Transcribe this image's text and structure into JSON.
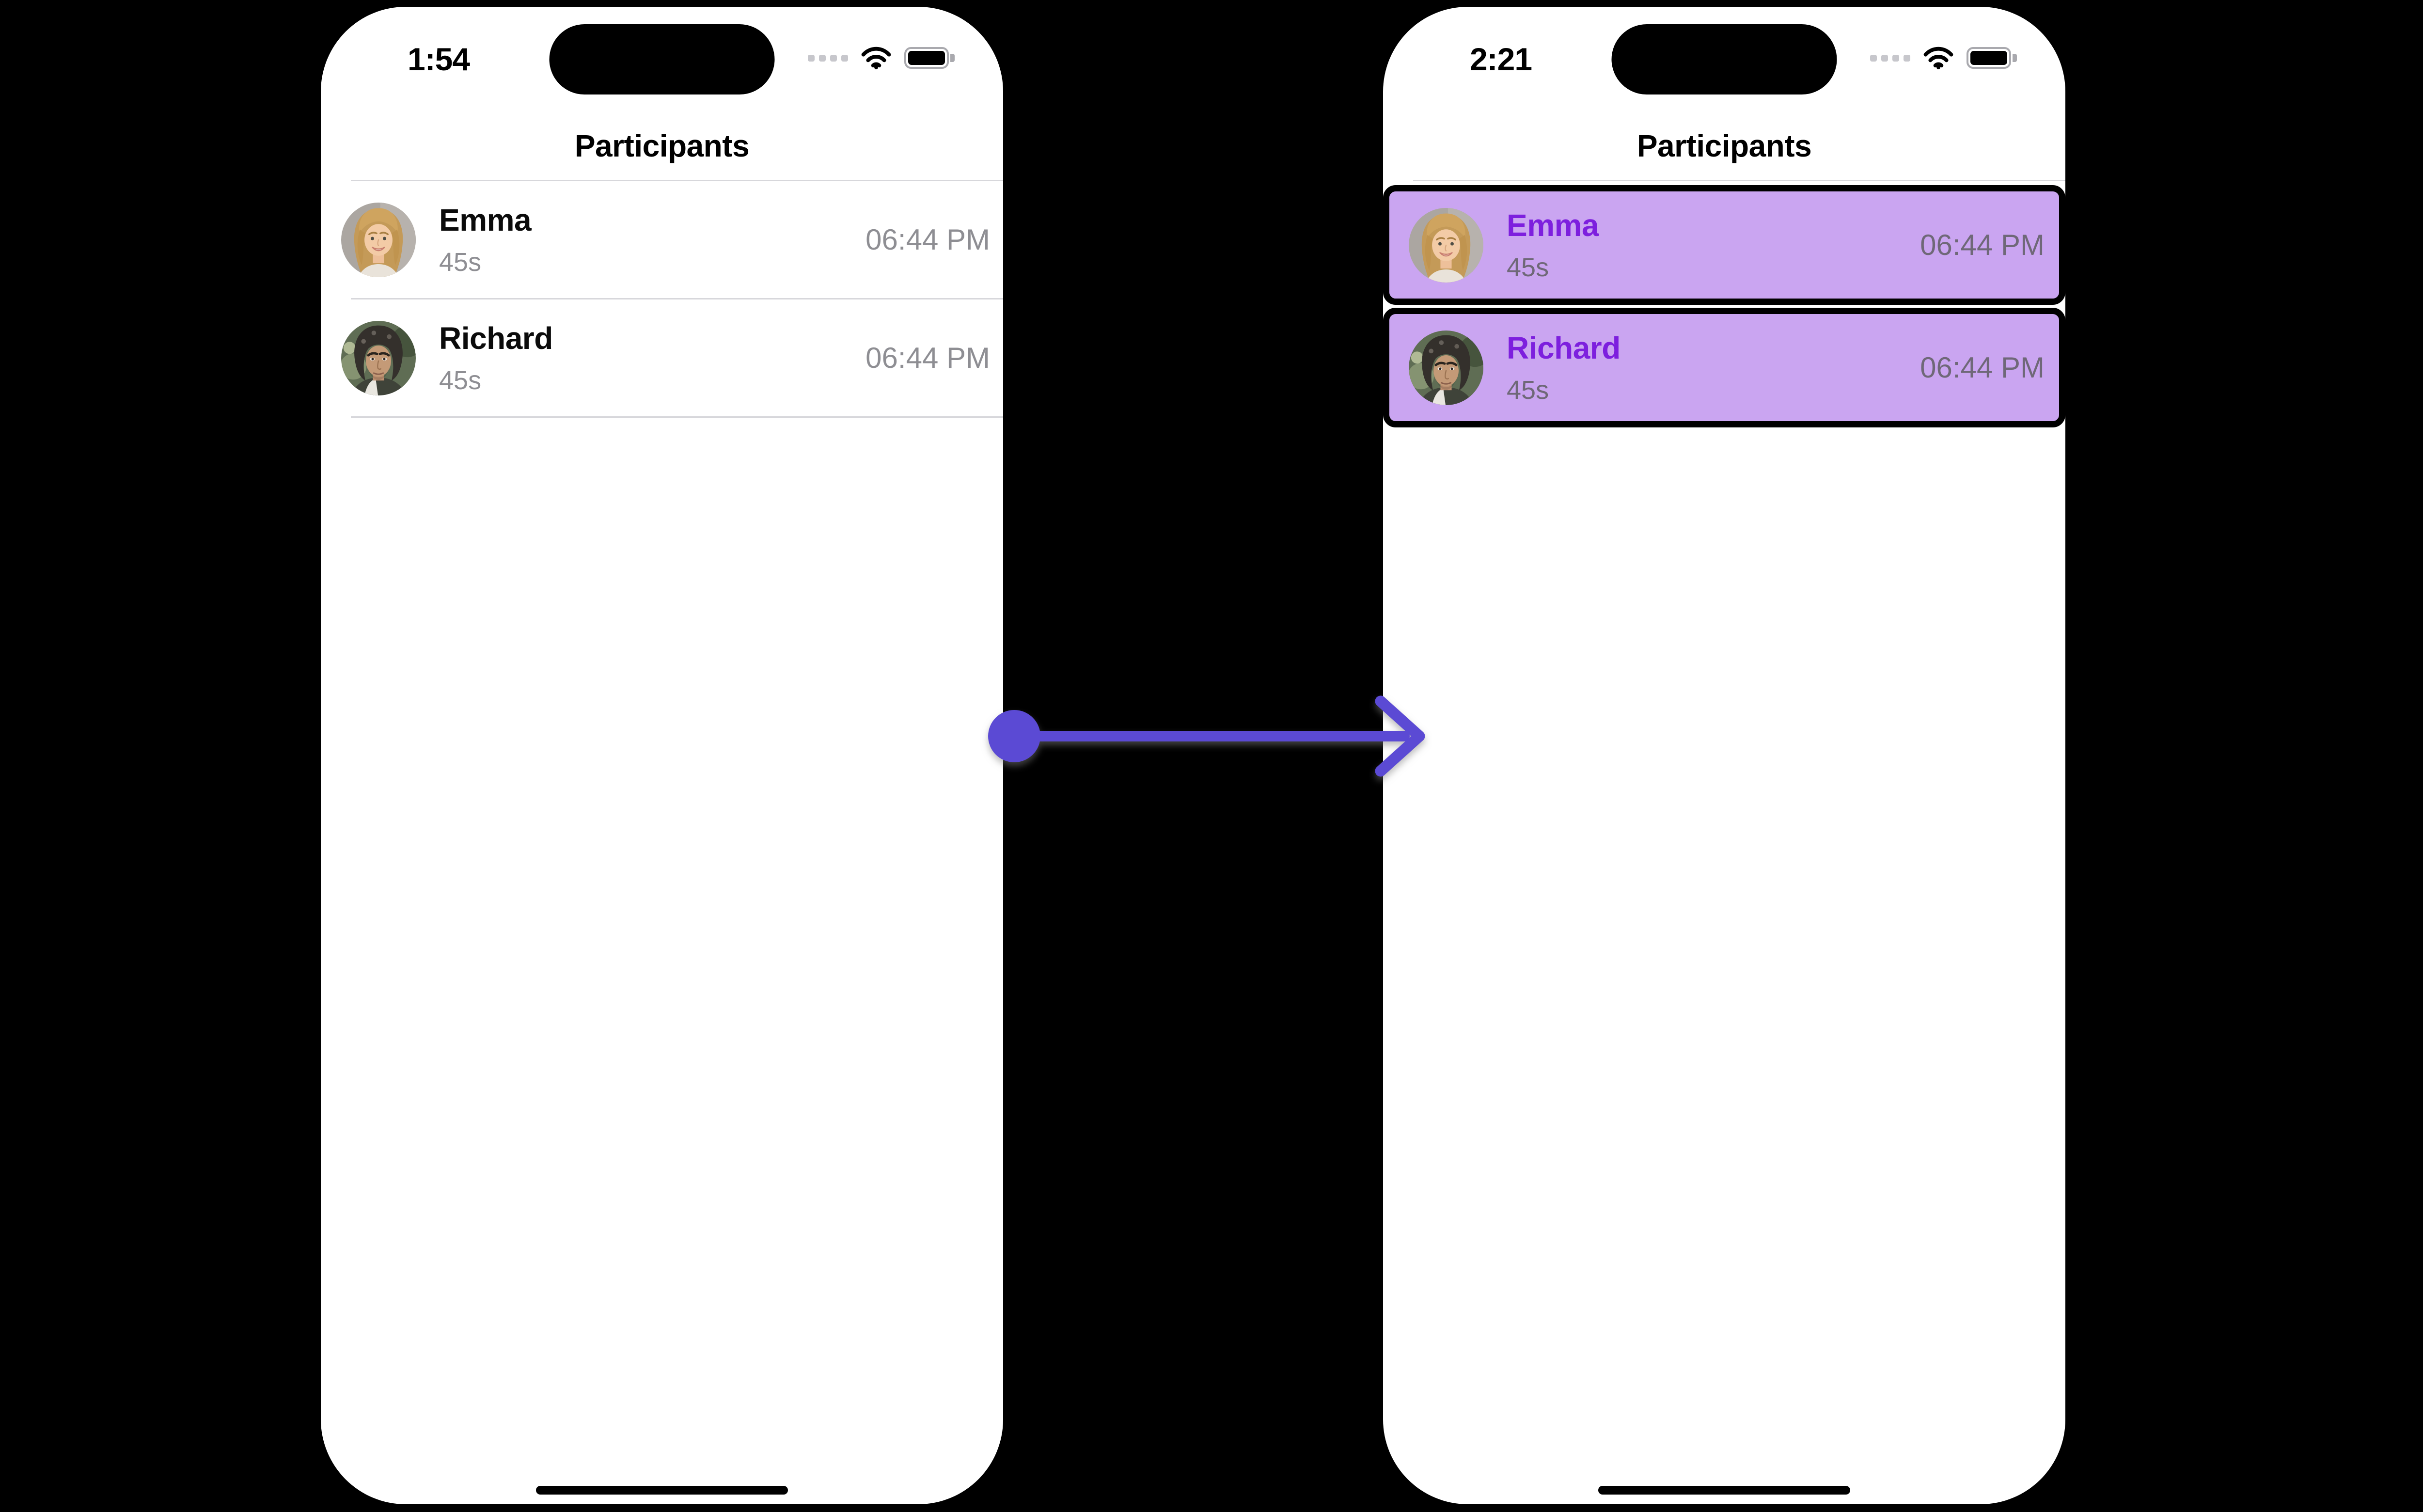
{
  "colors": {
    "canvas_bg": "#000000",
    "phone_bg": "#ffffff",
    "divider": "#D7D7DB",
    "muted_text": "#8E8E93",
    "arrow": "#5B4AD4",
    "highlight_fill": "#CAA5F1",
    "highlight_border": "#000000",
    "highlight_name_text": "#7D1FDE",
    "highlight_muted_text": "#6F6878",
    "status_dots": "#C7C7CC",
    "battery_outline": "#A9A9AE"
  },
  "icons": {
    "cellular": "cellular-dots-icon",
    "wifi": "wifi-icon",
    "battery": "battery-icon",
    "dynamic_island": "dynamic-island",
    "home_indicator": "home-indicator",
    "arrow": "transition-arrow"
  },
  "phones": [
    {
      "variant": "before",
      "status_time": "1:54",
      "title": "Participants",
      "rows": [
        {
          "name": "Emma",
          "duration": "45s",
          "time": "06:44 PM"
        },
        {
          "name": "Richard",
          "duration": "45s",
          "time": "06:44 PM"
        }
      ]
    },
    {
      "variant": "after-highlighted",
      "status_time": "2:21",
      "title": "Participants",
      "rows": [
        {
          "name": "Emma",
          "duration": "45s",
          "time": "06:44 PM"
        },
        {
          "name": "Richard",
          "duration": "45s",
          "time": "06:44 PM"
        }
      ]
    }
  ]
}
